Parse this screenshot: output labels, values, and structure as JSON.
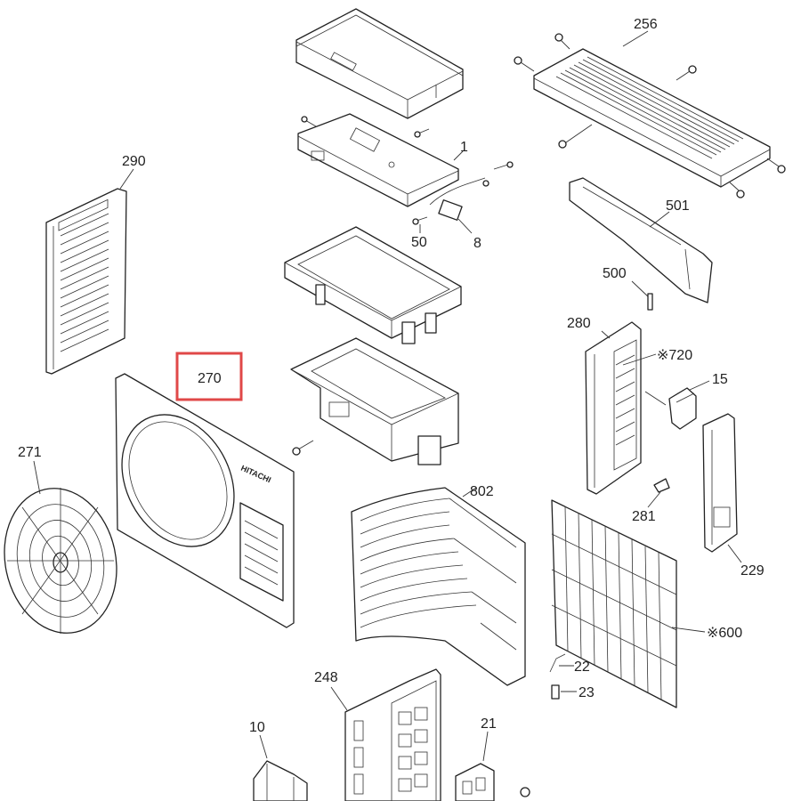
{
  "labels": {
    "p256": "256",
    "p1": "1",
    "p50": "50",
    "p8": "8",
    "p290": "290",
    "p501": "501",
    "p500": "500",
    "p270": "270",
    "p280": "280",
    "p720": "※720",
    "p15": "15",
    "p271": "271",
    "p802": "802",
    "p281": "281",
    "p229": "229",
    "p600": "※600",
    "p22": "22",
    "p23": "23",
    "p248": "248",
    "p10": "10",
    "p21": "21"
  },
  "highlight": {
    "label": "270",
    "color": "#e04848"
  },
  "brand_text": "HITACHI"
}
